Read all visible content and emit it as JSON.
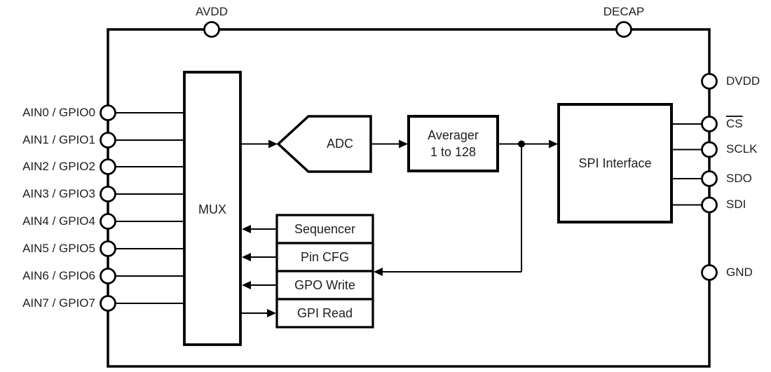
{
  "figure": {
    "type": "functional-block-diagram",
    "background_color": "#ffffff",
    "line_color": "#000000",
    "text_color": "#1f1f1f"
  },
  "top_pins": [
    {
      "label": "AVDD"
    },
    {
      "label": "DECAP"
    }
  ],
  "left_pins": [
    {
      "label": "AIN0 / GPIO0"
    },
    {
      "label": "AIN1 / GPIO1"
    },
    {
      "label": "AIN2 / GPIO2"
    },
    {
      "label": "AIN3 / GPIO3"
    },
    {
      "label": "AIN4 / GPIO4"
    },
    {
      "label": "AIN5 / GPIO5"
    },
    {
      "label": "AIN6 / GPIO6"
    },
    {
      "label": "AIN7 / GPIO7"
    }
  ],
  "right_pins": [
    {
      "label": "DVDD",
      "overline": false
    },
    {
      "label": "CS",
      "overline": true
    },
    {
      "label": "SCLK",
      "overline": false
    },
    {
      "label": "SDO",
      "overline": false
    },
    {
      "label": "SDI",
      "overline": false
    },
    {
      "label": "GND",
      "overline": false
    }
  ],
  "blocks": {
    "mux": {
      "label": "MUX"
    },
    "adc": {
      "label": "ADC"
    },
    "averager": {
      "label_line1": "Averager",
      "label_line2": "1 to 128"
    },
    "spi": {
      "label": "SPI Interface"
    },
    "registers": [
      {
        "label": "Sequencer"
      },
      {
        "label": "Pin CFG"
      },
      {
        "label": "GPO Write"
      },
      {
        "label": "GPI Read"
      }
    ]
  }
}
